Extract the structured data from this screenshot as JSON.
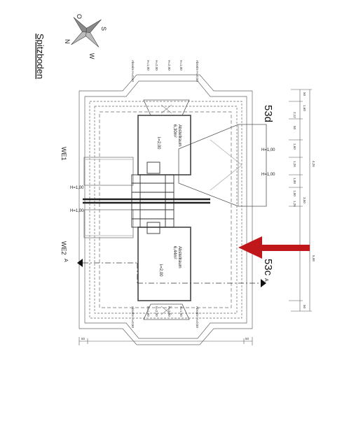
{
  "plan": {
    "floor_title": "Spitzboden",
    "unit_top": "53d",
    "unit_bottom": "53c",
    "we1": "WE1",
    "we2": "WE2",
    "section_marker": "A",
    "compass": {
      "n": "N",
      "o": "O",
      "s": "S",
      "w": "W"
    },
    "room_upper": {
      "name": "Abstellraum",
      "area": "6,30m²",
      "height": "lₗ=2,00"
    },
    "room_lower": {
      "name": "Abstellraum",
      "area": "6,44m²",
      "height": "lₗ=2,00"
    },
    "h_labels": [
      "H=1,00",
      "H=1,00",
      "H=1,00",
      "H=1,00"
    ],
    "height_marks_top": [
      "Abseite H=0,50",
      "H=1,00",
      "H=2,00",
      "H=2,00",
      "H=1,00",
      "Abseite H=0,50"
    ],
    "height_marks_bottom": [
      "Abseite H=0,50",
      "H=1,00",
      "H=2,00",
      "H=2,00",
      "H=1,00",
      "Abseite H=0,50"
    ],
    "dims_right": [
      "50",
      "1,60",
      "2,12",
      "1,60",
      "1,26",
      "50",
      "4,26",
      "1,00",
      "1,00",
      "1,26",
      "3,50",
      "5,98",
      "50"
    ],
    "dims_bottom": [
      "50",
      "50"
    ]
  },
  "colors": {
    "arrow": "#c0171a",
    "line": "#555555",
    "wall": "#444444"
  }
}
